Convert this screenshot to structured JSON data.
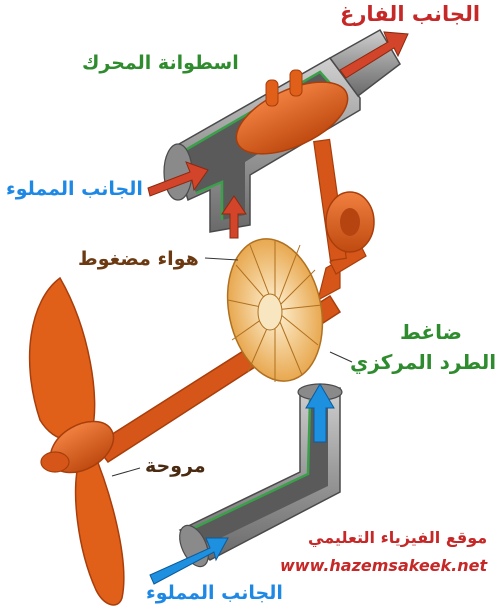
{
  "labels": {
    "exhaust_side": "الجانب الفارغ",
    "engine_cylinder": "اسطوانة المحرك",
    "filled_side_top": "الجانب المملوء",
    "compressed_air": "هواء مضغوط",
    "compressor_line1": "ضاغط",
    "compressor_line2": "الطرد المركزي",
    "propeller": "مروحة",
    "site_name": "موقع الفيزياء التعليمي",
    "site_url": "www.hazemsakeek.net",
    "filled_side_bottom": "الجانب المملوء"
  },
  "colors": {
    "engine_orange": "#e0601a",
    "engine_dark": "#b54410",
    "pipe_gray": "#9a9a9a",
    "pipe_inner": "#5a5a5a",
    "lining_green": "#3aa04a",
    "arrow_red": "#d2452a",
    "arrow_blue": "#1e90e0",
    "turbine_tan": "#f0c070"
  }
}
